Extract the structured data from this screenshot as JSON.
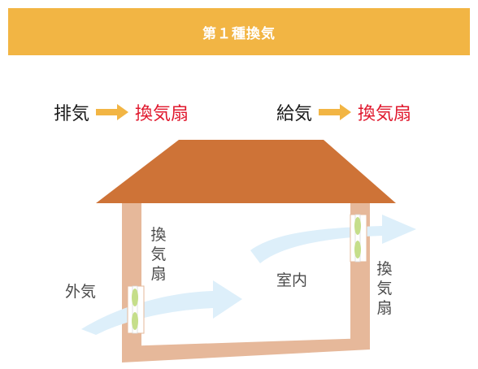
{
  "header": {
    "title": "第１種換気"
  },
  "flows": [
    {
      "source": "排気",
      "target": "換気扇"
    },
    {
      "source": "給気",
      "target": "換気扇"
    }
  ],
  "labels": {
    "outside_air": "外気",
    "room": "室内",
    "fan_left": "換気扇",
    "fan_right": "換気扇"
  },
  "colors": {
    "banner": "#F2B544",
    "roof": "#CE7337",
    "wall": "#E6B89A",
    "arrow_flow": "#DDEFFA",
    "arrow_orange": "#F2B544",
    "fan": "#C5DE8A",
    "accent_text": "#E0182D"
  }
}
